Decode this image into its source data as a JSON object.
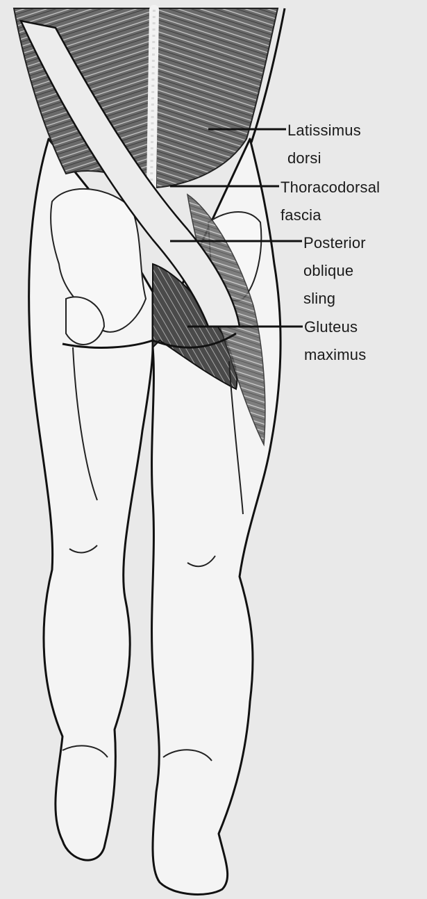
{
  "labels": {
    "latissimus": "Latissimus\ndorsi",
    "thoracodorsal": "Thoracodorsal\nfascia",
    "posterior_sling": "Posterior\noblique\nsling",
    "gluteus": "Gluteus\nmaximus"
  },
  "colors": {
    "background": "#e9e9e9",
    "outline": "#111111",
    "muscle": "#5e5e5e",
    "muscle_light": "#9a9a9a",
    "skin": "#f4f4f4",
    "sling_band": "#ececec"
  }
}
